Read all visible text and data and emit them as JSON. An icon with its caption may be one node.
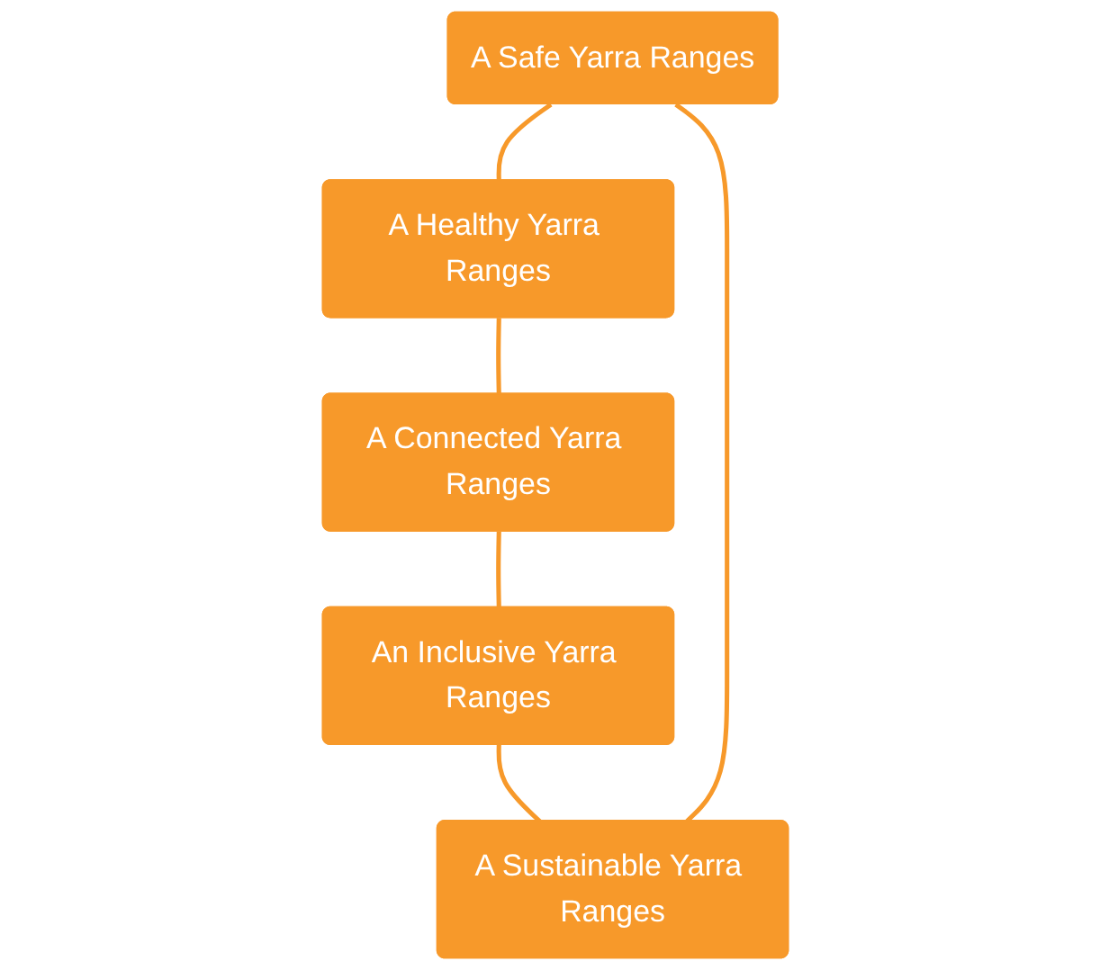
{
  "diagram": {
    "nodes": [
      {
        "text": [
          "A Safe Yarra Ranges"
        ]
      },
      {
        "text": [
          "A Sustainable Yarra Ranges"
        ]
      },
      {
        "text": [
          "A Healthy Yarra Ranges"
        ]
      },
      {
        "text": [
          "An Inclusive Yarra Ranges"
        ]
      },
      {
        "text": [
          "A Connected Yarra Ranges"
        ]
      }
    ],
    "edges": [
      {
        "from": 0,
        "to": 2,
        "arrow": "none"
      },
      {
        "from": 2,
        "to": 4,
        "arrow": "none"
      },
      {
        "from": 4,
        "to": 3,
        "arrow": "none"
      },
      {
        "from": 3,
        "to": 1,
        "arrow": "none"
      },
      {
        "from": 1,
        "to": 0,
        "arrow": "none"
      }
    ]
  }
}
